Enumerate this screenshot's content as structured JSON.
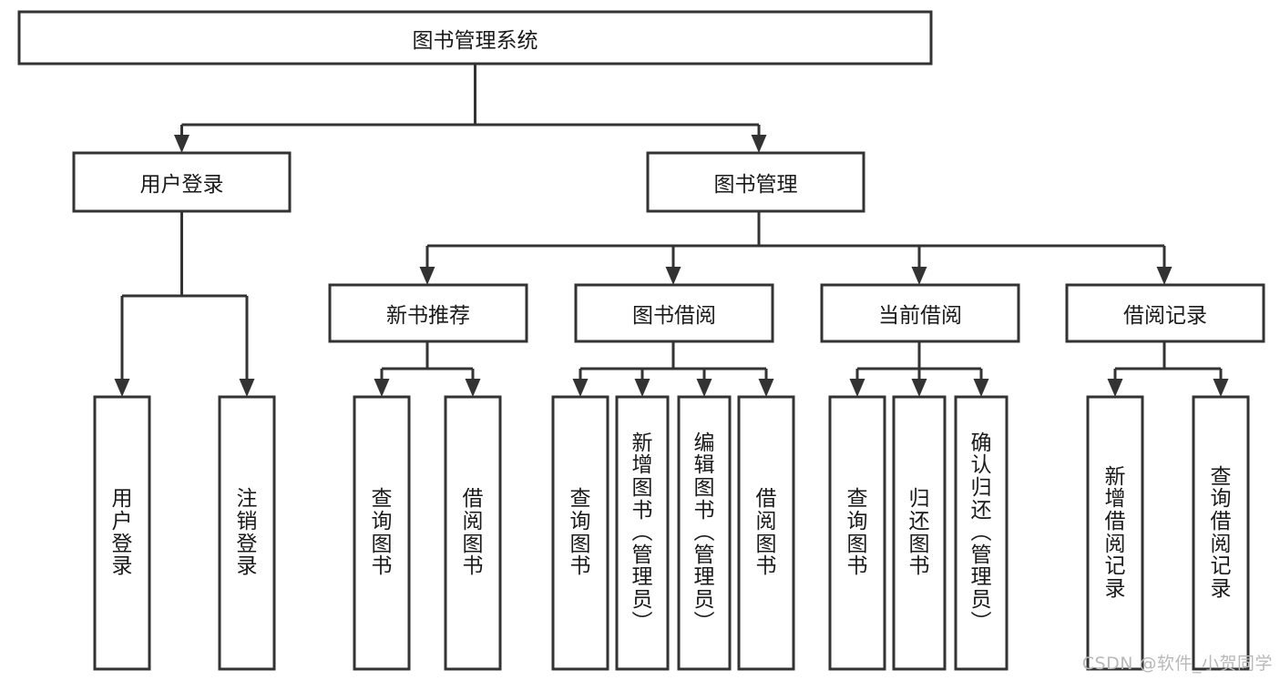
{
  "diagram": {
    "type": "tree-hierarchy",
    "title": "图书管理系统",
    "colors": {
      "stroke": "#333333",
      "box_fill": "#ffffff",
      "text": "#1a1a1a",
      "background": "#ffffff",
      "watermark": "#b9b9b9"
    },
    "watermark": "CSDN @软件_小贺同学",
    "levels": [
      {
        "level": 1,
        "nodes": [
          {
            "id": "root",
            "label": "图书管理系统",
            "orientation": "horizontal"
          }
        ]
      },
      {
        "level": 2,
        "nodes": [
          {
            "id": "user-login",
            "label": "用户登录",
            "orientation": "horizontal",
            "parent": "root"
          },
          {
            "id": "book-manage",
            "label": "图书管理",
            "orientation": "horizontal",
            "parent": "root"
          }
        ]
      },
      {
        "level": 3,
        "nodes": [
          {
            "id": "new-book-rec",
            "label": "新书推荐",
            "orientation": "horizontal",
            "parent": "book-manage"
          },
          {
            "id": "book-borrow",
            "label": "图书借阅",
            "orientation": "horizontal",
            "parent": "book-manage"
          },
          {
            "id": "current-borrow",
            "label": "当前借阅",
            "orientation": "horizontal",
            "parent": "book-manage"
          },
          {
            "id": "borrow-record",
            "label": "借阅记录",
            "orientation": "horizontal",
            "parent": "book-manage"
          }
        ]
      },
      {
        "level": 4,
        "nodes": [
          {
            "id": "leaf-user-login",
            "label": "用户登录",
            "orientation": "vertical",
            "parent": "user-login"
          },
          {
            "id": "leaf-logout",
            "label": "注销登录",
            "orientation": "vertical",
            "parent": "user-login"
          },
          {
            "id": "leaf-query-book-1",
            "label": "查询图书",
            "orientation": "vertical",
            "parent": "new-book-rec"
          },
          {
            "id": "leaf-borrow-book-1",
            "label": "借阅图书",
            "orientation": "vertical",
            "parent": "new-book-rec"
          },
          {
            "id": "leaf-query-book-2",
            "label": "查询图书",
            "orientation": "vertical",
            "parent": "book-borrow"
          },
          {
            "id": "leaf-add-book",
            "label": "新增图书（管理员）",
            "orientation": "vertical",
            "parent": "book-borrow"
          },
          {
            "id": "leaf-edit-book",
            "label": "编辑图书（管理员）",
            "orientation": "vertical",
            "parent": "book-borrow"
          },
          {
            "id": "leaf-borrow-book-2",
            "label": "借阅图书",
            "orientation": "vertical",
            "parent": "book-borrow"
          },
          {
            "id": "leaf-query-book-3",
            "label": "查询图书",
            "orientation": "vertical",
            "parent": "current-borrow"
          },
          {
            "id": "leaf-return-book",
            "label": "归还图书",
            "orientation": "vertical",
            "parent": "current-borrow"
          },
          {
            "id": "leaf-confirm-return",
            "label": "确认归还（管理员）",
            "orientation": "vertical",
            "parent": "current-borrow"
          },
          {
            "id": "leaf-add-record",
            "label": "新增借阅记录",
            "orientation": "vertical",
            "parent": "borrow-record"
          },
          {
            "id": "leaf-query-record",
            "label": "查询借阅记录",
            "orientation": "vertical",
            "parent": "borrow-record"
          }
        ]
      }
    ]
  }
}
